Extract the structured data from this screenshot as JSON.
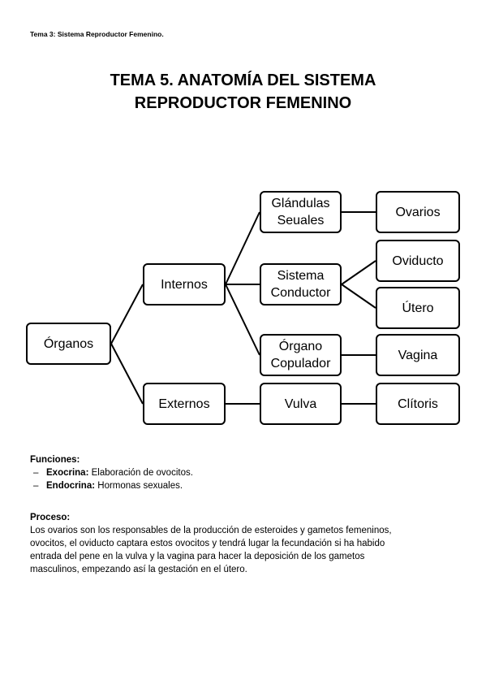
{
  "page": {
    "header": "Tema 3: Sistema Reproductor Femenino.",
    "title_line1": "TEMA 5. ANATOMÍA DEL SISTEMA",
    "title_line2": "REPRODUCTOR FEMENINO"
  },
  "diagram": {
    "nodes": {
      "organos": "Órganos",
      "internos": "Internos",
      "externos": "Externos",
      "glandulas": "Glándulas\nSeuales",
      "sistema_conductor": "Sistema\nConductor",
      "organo_copulador": "Órgano\nCopulador",
      "vulva": "Vulva",
      "ovarios": "Ovarios",
      "oviducto": "Oviducto",
      "utero": "Útero",
      "vagina": "Vagina",
      "clitoris": "Clítoris"
    }
  },
  "funciones": {
    "heading": "Funciones:",
    "items": [
      {
        "label": "Exocrina:",
        "text": " Elaboración de ovocitos."
      },
      {
        "label": "Endocrina:",
        "text": " Hormonas sexuales."
      }
    ]
  },
  "proceso": {
    "heading": "Proceso:",
    "lines": [
      "Los ovarios son los responsables de la producción de esteroides y gametos femeninos,",
      "ovocitos, el oviducto captara estos ovocitos y tendrá lugar la fecundación si ha habido",
      "entrada del pene en la vulva y la vagina para hacer la deposición de los gametos",
      "masculinos, empezando así la gestación en el útero."
    ]
  }
}
